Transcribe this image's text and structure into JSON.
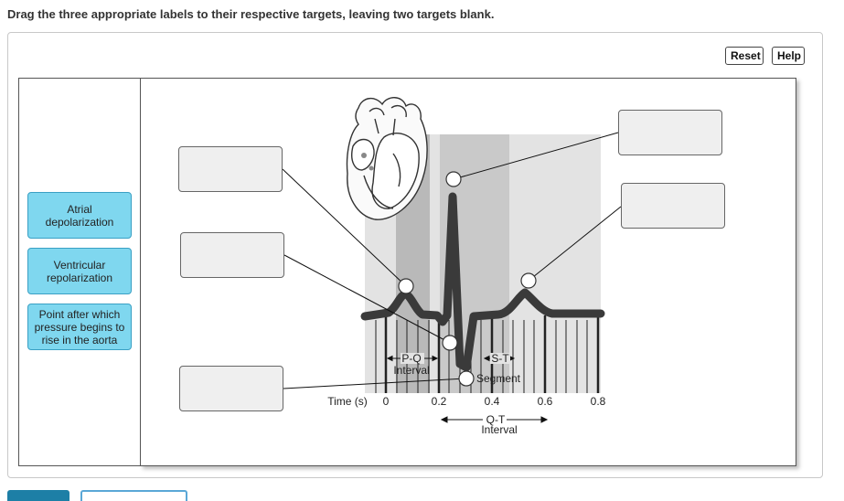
{
  "instruction": "Drag the three appropriate labels to their respective targets, leaving two targets blank.",
  "buttons": {
    "reset": "Reset",
    "help": "Help"
  },
  "labels": [
    "Atrial depolarization",
    "Ventricular repolarization",
    "Point after which pressure begins to rise in the aorta"
  ],
  "diagram": {
    "pq_line1": "P-Q",
    "pq_line2": "Interval",
    "st_line1": "S-T",
    "st_line2": "Segment",
    "qt_line1": "Q-T",
    "qt_line2": "Interval",
    "time_label": "Time (s)",
    "ticks": [
      "0",
      "0.2",
      "0.4",
      "0.6",
      "0.8"
    ]
  },
  "colors": {
    "label_fill": "#7fd7ef",
    "label_border": "#3aa0c4",
    "target_fill": "#efefef",
    "primary_button": "#1d7fa6"
  }
}
